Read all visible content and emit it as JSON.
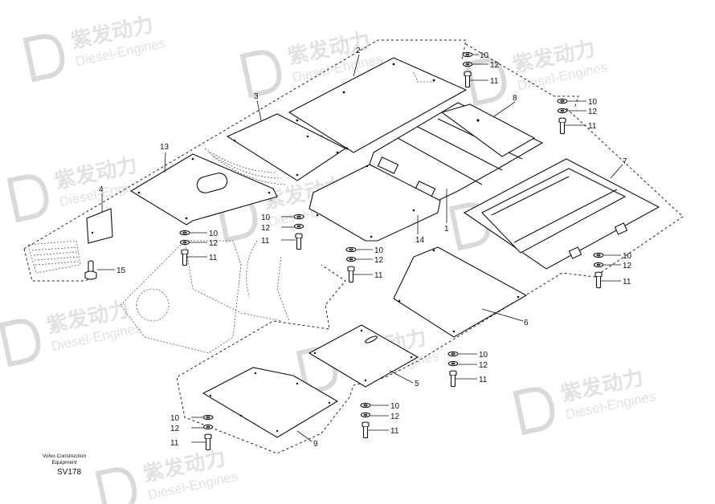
{
  "watermark": {
    "brand_cn": "紫发动力",
    "brand_en": "Diesel-Engines"
  },
  "footer": {
    "manufacturer_line1": "Volvo Construction",
    "manufacturer_line2": "Equipment",
    "drawing_code": "SV178"
  },
  "callouts": {
    "p1": "1",
    "p2": "2",
    "p3": "3",
    "p4": "4",
    "p5": "5",
    "p6": "6",
    "p7": "7",
    "p8": "8",
    "p9": "9",
    "p13": "13",
    "p14": "14",
    "p15": "15",
    "washer": "10",
    "lockwasher": "12",
    "bolt": "11"
  }
}
